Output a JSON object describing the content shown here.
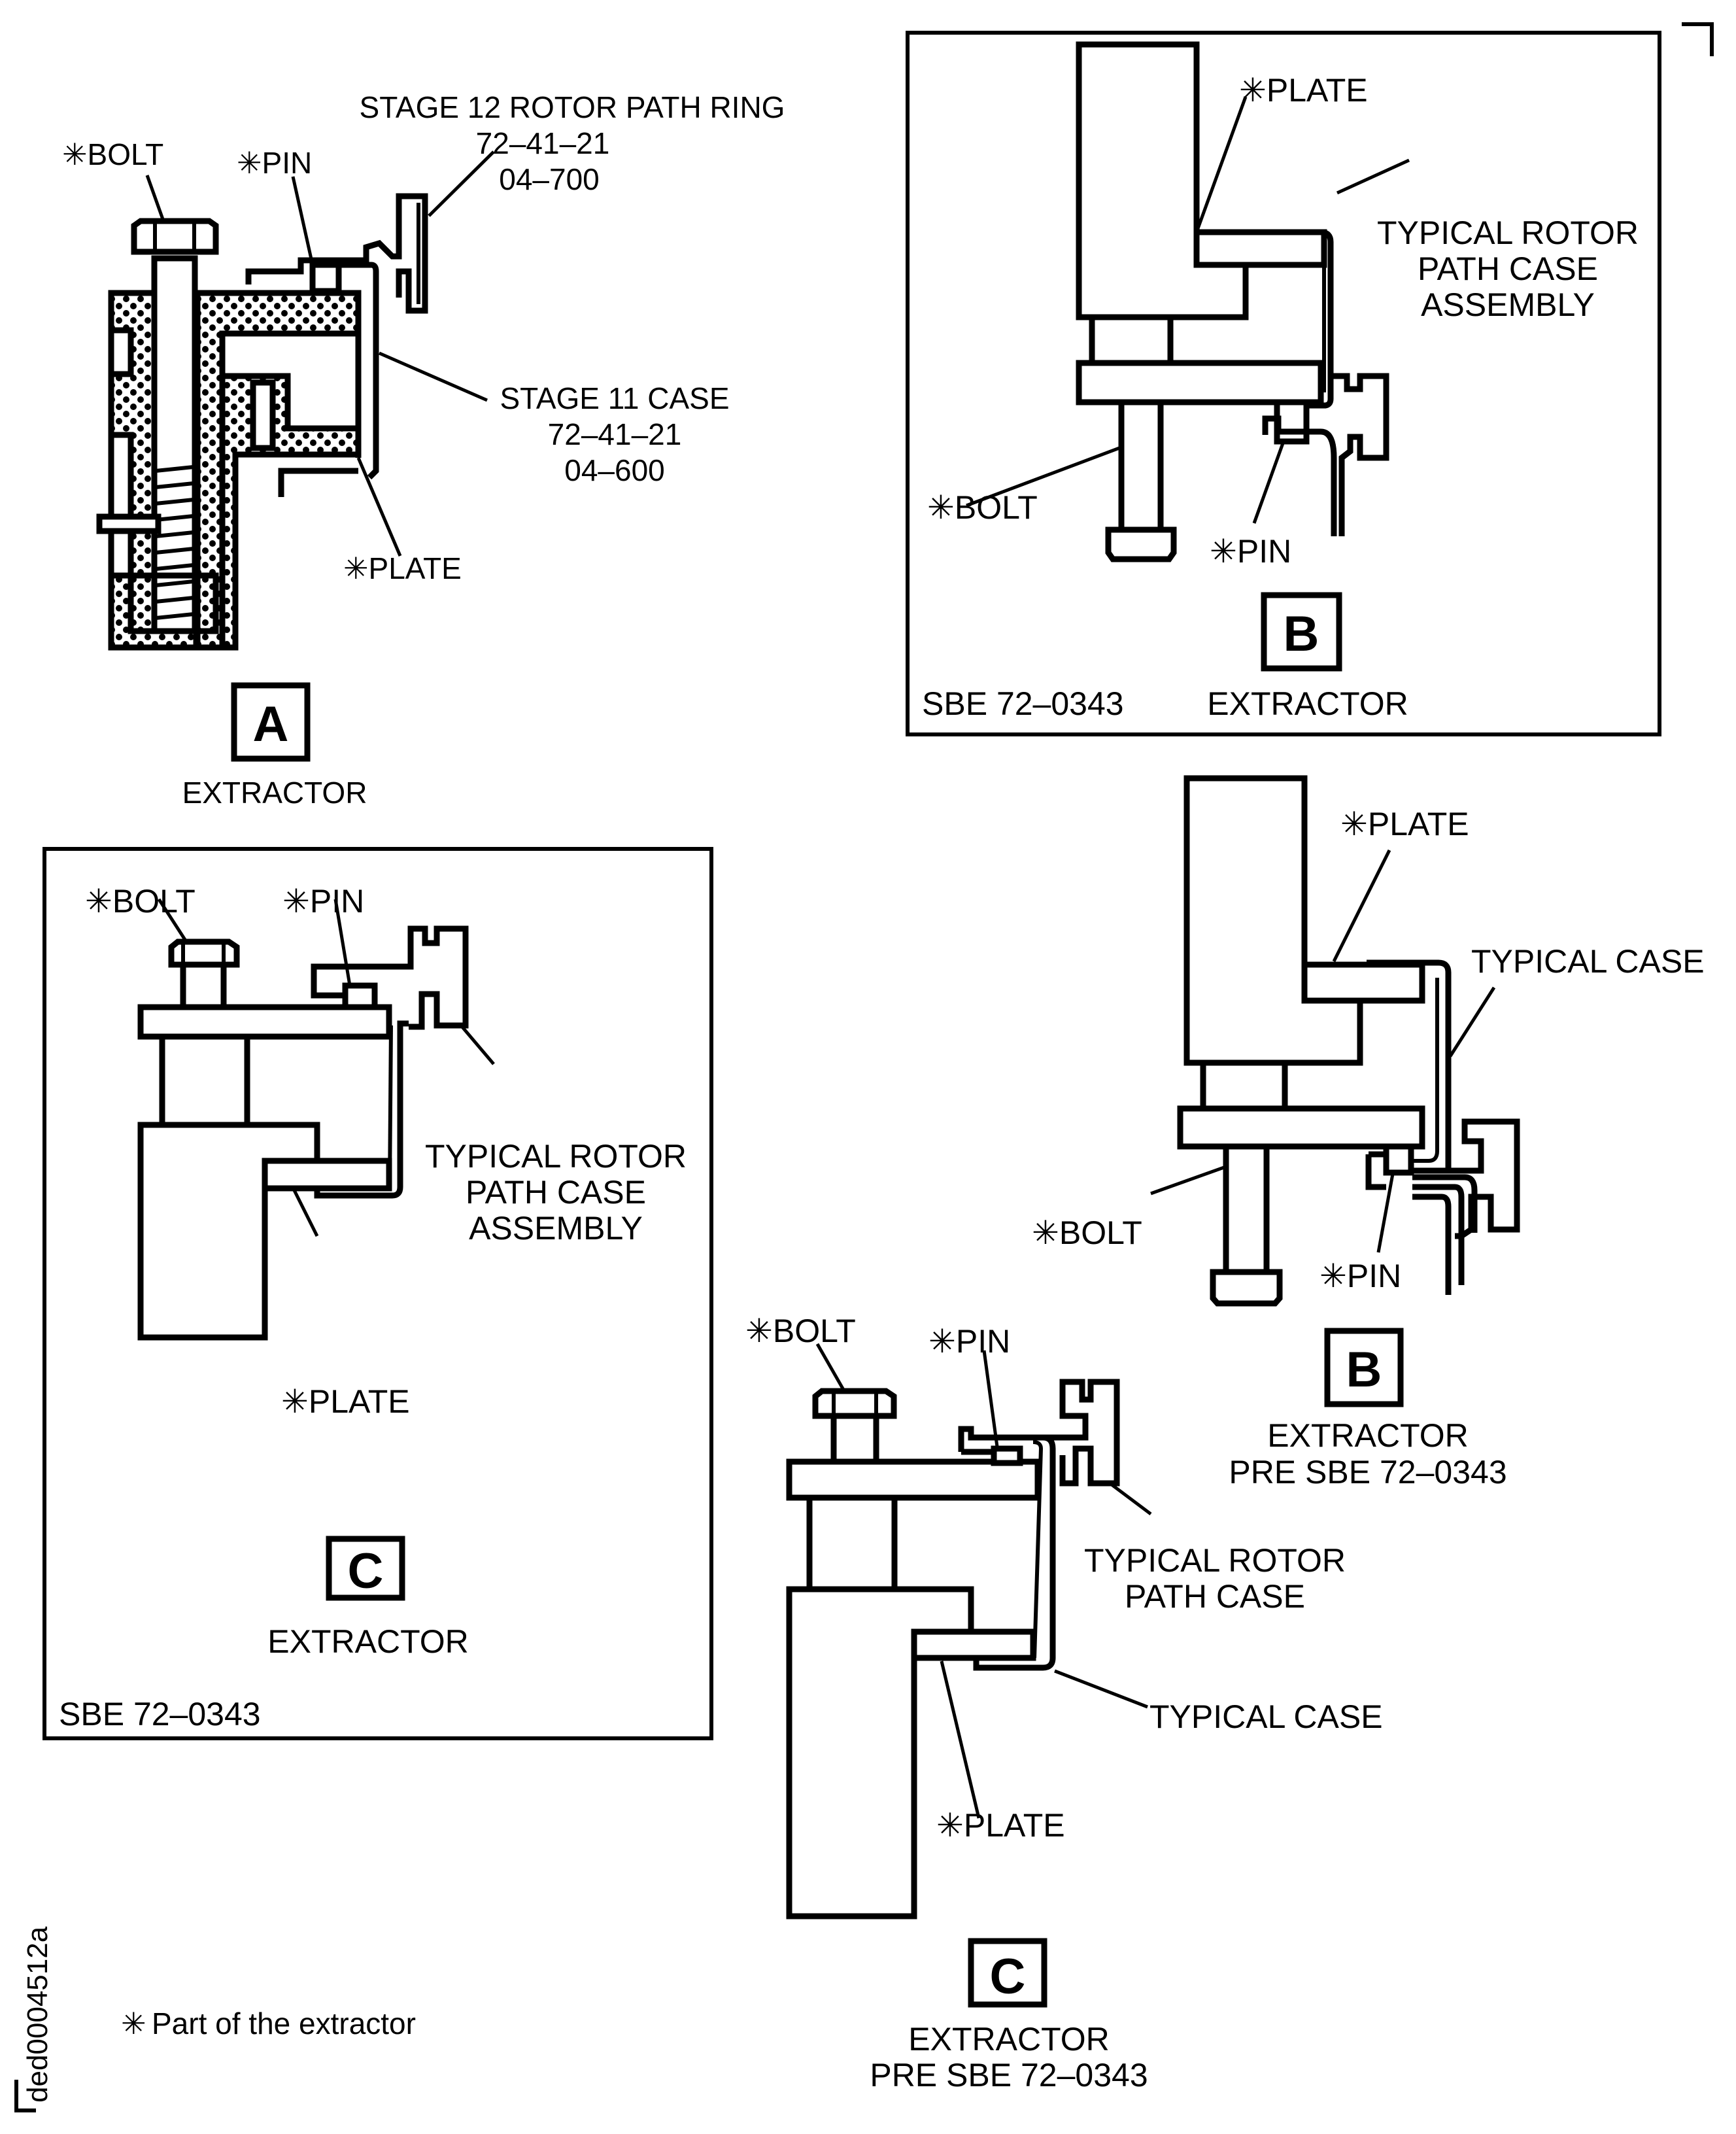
{
  "figure": {
    "id": "ded0004512a",
    "footnote": {
      "symbol": "✳",
      "text": "Part of the extractor"
    }
  },
  "views": {
    "A": {
      "letter": "A",
      "caption": [
        "EXTRACTOR"
      ],
      "labels": {
        "bolt": "✳BOLT",
        "pin": "✳PIN",
        "plate": "✳PLATE",
        "ring": [
          "STAGE 12 ROTOR PATH RING",
          "72–41–21",
          "04–700"
        ],
        "case": [
          "STAGE 11 CASE",
          "72–41–21",
          "04–600"
        ]
      }
    },
    "B_post": {
      "letter": "B",
      "caption": [
        "EXTRACTOR"
      ],
      "sbe_note": "SBE 72–0343",
      "labels": {
        "plate": "✳PLATE",
        "assembly": [
          "TYPICAL ROTOR",
          "PATH CASE",
          "ASSEMBLY"
        ],
        "bolt": "✳BOLT",
        "pin": "✳PIN"
      }
    },
    "B_pre": {
      "letter": "B",
      "caption": [
        "EXTRACTOR",
        "PRE SBE 72–0343"
      ],
      "labels": {
        "plate": "✳PLATE",
        "case": "TYPICAL CASE",
        "bolt": "✳BOLT",
        "pin": "✳PIN"
      }
    },
    "C_post": {
      "letter": "C",
      "caption": [
        "EXTRACTOR"
      ],
      "sbe_note": "SBE 72–0343",
      "labels": {
        "bolt": "✳BOLT",
        "pin": "✳PIN",
        "assembly": [
          "TYPICAL ROTOR",
          "PATH CASE",
          "ASSEMBLY"
        ],
        "plate": "✳PLATE"
      }
    },
    "C_pre": {
      "letter": "C",
      "caption": [
        "EXTRACTOR",
        "PRE SBE 72–0343"
      ],
      "labels": {
        "bolt": "✳BOLT",
        "pin": "✳PIN",
        "rotor_case": [
          "TYPICAL ROTOR",
          "PATH CASE"
        ],
        "case": "TYPICAL CASE",
        "plate": "✳PLATE"
      }
    }
  }
}
